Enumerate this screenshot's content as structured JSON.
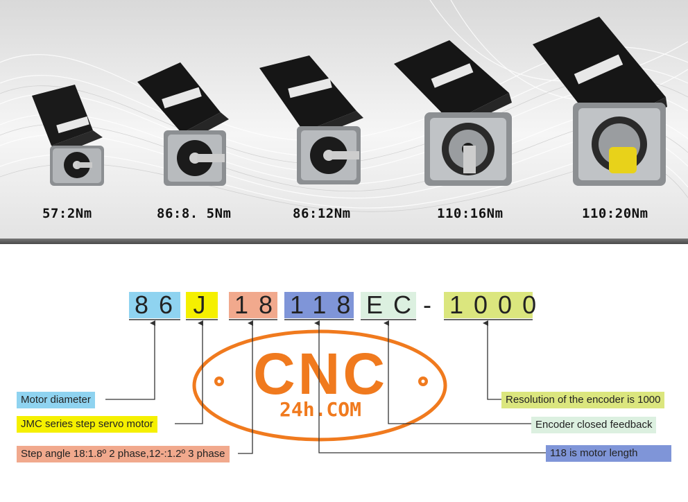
{
  "motors": [
    {
      "label": "57:2Nm"
    },
    {
      "label": "86:8. 5Nm"
    },
    {
      "label": "86:12Nm"
    },
    {
      "label": "110:16Nm"
    },
    {
      "label": "110:20Nm"
    }
  ],
  "code": {
    "segments": [
      {
        "text": "86",
        "color": "#8fd3f0"
      },
      {
        "text": "J",
        "color": "#f5f000"
      },
      {
        "text": "18",
        "color": "#f1a98d"
      },
      {
        "text": "118",
        "color": "#7f95d8"
      },
      {
        "text": "EC",
        "color": "#dcf0e0"
      },
      {
        "text": "1000",
        "color": "#dbe67e"
      }
    ],
    "dash": "-"
  },
  "legend": [
    {
      "text": "Motor diameter",
      "color": "#8fd3f0"
    },
    {
      "text": "JMC series step servo motor",
      "color": "#f5f000"
    },
    {
      "text": "Step angle 18:1.8º 2 phase,12-:1.2º 3 phase",
      "color": "#f1a98d"
    },
    {
      "text": "Resolution of the encoder is 1000",
      "color": "#dbe67e"
    },
    {
      "text": "Encoder closed feedback",
      "color": "#dcf0e0"
    },
    {
      "text": "118 is motor length",
      "color": "#7f95d8"
    }
  ],
  "watermark": {
    "brand": "CNC",
    "domain": "24h.COM",
    "color": "#f07a1e"
  }
}
